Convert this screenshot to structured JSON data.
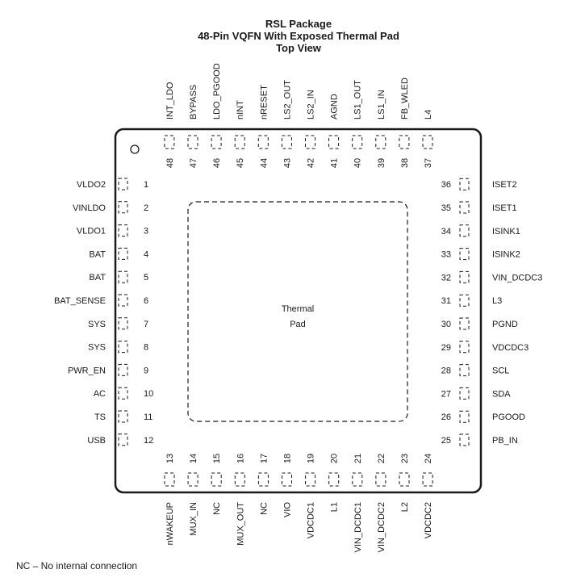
{
  "title": {
    "line1": "RSL Package",
    "line2": "48-Pin VQFN With Exposed Thermal Pad",
    "line3": "Top View"
  },
  "thermal_pad": {
    "line1": "Thermal",
    "line2": "Pad"
  },
  "footnote": "NC – No internal connection",
  "pins": {
    "left": [
      {
        "num": "1",
        "name": "VLDO2"
      },
      {
        "num": "2",
        "name": "VINLDO"
      },
      {
        "num": "3",
        "name": "VLDO1"
      },
      {
        "num": "4",
        "name": "BAT"
      },
      {
        "num": "5",
        "name": "BAT"
      },
      {
        "num": "6",
        "name": "BAT_SENSE"
      },
      {
        "num": "7",
        "name": "SYS"
      },
      {
        "num": "8",
        "name": "SYS"
      },
      {
        "num": "9",
        "name": "PWR_EN"
      },
      {
        "num": "10",
        "name": "AC"
      },
      {
        "num": "11",
        "name": "TS"
      },
      {
        "num": "12",
        "name": "USB"
      }
    ],
    "bottom": [
      {
        "num": "13",
        "name": "nWAKEUP"
      },
      {
        "num": "14",
        "name": "MUX_IN"
      },
      {
        "num": "15",
        "name": "NC"
      },
      {
        "num": "16",
        "name": "MUX_OUT"
      },
      {
        "num": "17",
        "name": "NC"
      },
      {
        "num": "18",
        "name": "VIO"
      },
      {
        "num": "19",
        "name": "VDCDC1"
      },
      {
        "num": "20",
        "name": "L1"
      },
      {
        "num": "21",
        "name": "VIN_DCDC1"
      },
      {
        "num": "22",
        "name": "VIN_DCDC2"
      },
      {
        "num": "23",
        "name": "L2"
      },
      {
        "num": "24",
        "name": "VDCDC2"
      }
    ],
    "right": [
      {
        "num": "25",
        "name": "PB_IN"
      },
      {
        "num": "26",
        "name": "PGOOD"
      },
      {
        "num": "27",
        "name": "SDA"
      },
      {
        "num": "28",
        "name": "SCL"
      },
      {
        "num": "29",
        "name": "VDCDC3"
      },
      {
        "num": "30",
        "name": "PGND"
      },
      {
        "num": "31",
        "name": "L3"
      },
      {
        "num": "32",
        "name": "VIN_DCDC3"
      },
      {
        "num": "33",
        "name": "ISINK2"
      },
      {
        "num": "34",
        "name": "ISINK1"
      },
      {
        "num": "35",
        "name": "ISET1"
      },
      {
        "num": "36",
        "name": "ISET2"
      }
    ],
    "top": [
      {
        "num": "37",
        "name": "L4"
      },
      {
        "num": "38",
        "name": "FB_WLED"
      },
      {
        "num": "39",
        "name": "LS1_IN"
      },
      {
        "num": "40",
        "name": "LS1_OUT"
      },
      {
        "num": "41",
        "name": "AGND"
      },
      {
        "num": "42",
        "name": "LS2_IN"
      },
      {
        "num": "43",
        "name": "LS2_OUT"
      },
      {
        "num": "44",
        "name": "nRESET"
      },
      {
        "num": "45",
        "name": "nINT"
      },
      {
        "num": "46",
        "name": "LDO_PGOOD"
      },
      {
        "num": "47",
        "name": "BYPASS"
      },
      {
        "num": "48",
        "name": "INT_LDO"
      }
    ]
  }
}
